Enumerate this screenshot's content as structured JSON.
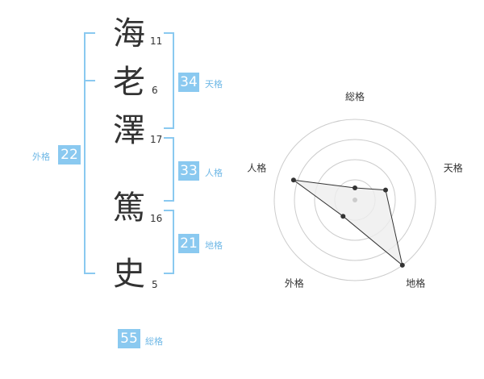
{
  "name_chars": [
    {
      "char": "海",
      "strokes": "11"
    },
    {
      "char": "老",
      "strokes": "6"
    },
    {
      "char": "澤",
      "strokes": "17"
    },
    {
      "char": "篤",
      "strokes": "16"
    },
    {
      "char": "史",
      "strokes": "5"
    }
  ],
  "gaku": {
    "tenkaku": {
      "value": "34",
      "label": "天格"
    },
    "jinkaku": {
      "value": "33",
      "label": "人格"
    },
    "chikaku": {
      "value": "21",
      "label": "地格"
    },
    "gaikaku": {
      "value": "22",
      "label": "外格"
    },
    "soukaku": {
      "value": "55",
      "label": "総格"
    }
  },
  "chart_data": {
    "type": "radar",
    "axes": [
      "総格",
      "天格",
      "地格",
      "外格",
      "人格"
    ],
    "values": [
      0.15,
      0.4,
      1.0,
      0.25,
      0.8
    ],
    "rings": 4,
    "range": [
      0,
      1
    ],
    "colors": {
      "fill": "#eeeeee",
      "line": "#333333",
      "grid": "#cccccc",
      "center": "#cccccc"
    }
  },
  "colors": {
    "accent": "#8ac9f0",
    "label": "#6fb8e6"
  }
}
